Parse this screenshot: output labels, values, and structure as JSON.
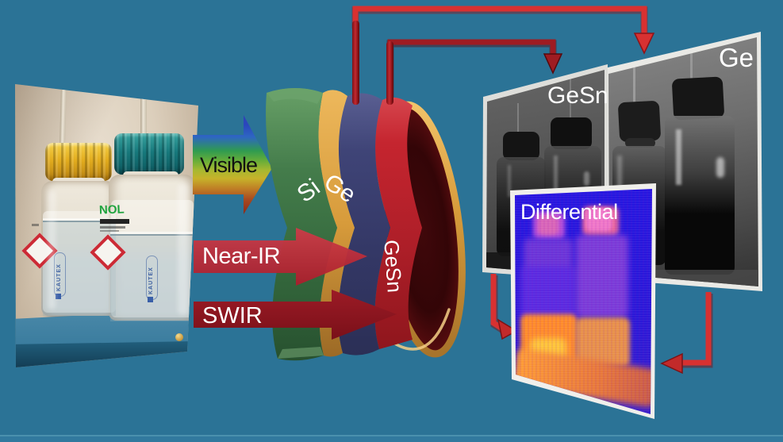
{
  "figure": {
    "background_color": "#2b7396",
    "source_photo": {
      "description": "visible-light photo of two wash bottles on a blue table",
      "left_bottle": {
        "cap_color": "#e3ad1e",
        "brand": "KAUTEX"
      },
      "right_bottle": {
        "cap_color": "#17797c",
        "label_fragment": "NOL",
        "brand": "KAUTEX"
      }
    },
    "input_arrows": [
      {
        "id": "visible",
        "label": "Visible",
        "style": "rainbow-gradient",
        "text_color": "#111111"
      },
      {
        "id": "near_ir",
        "label": "Near-IR",
        "color": "#c32c3a",
        "text_color": "#ffffff"
      },
      {
        "id": "swir",
        "label": "SWIR",
        "color": "#8f1620",
        "text_color": "#ffffff"
      }
    ],
    "detector_stack": {
      "layers": [
        {
          "label": "Si",
          "color": "#447c4b"
        },
        {
          "label": "Ge",
          "color": "#3f4477"
        },
        {
          "label": "GeSn",
          "color": "#c5252f"
        }
      ],
      "rim_color": "#d79b3b",
      "wire_color": "#8e1318"
    },
    "routing_arrows": {
      "to_ge_color": "#d83131",
      "to_gesn_color": "#9e1c22",
      "differential_color": "#d83131"
    },
    "output_images": [
      {
        "id": "gesn",
        "label": "GeSn",
        "type": "grayscale"
      },
      {
        "id": "ge",
        "label": "Ge",
        "type": "grayscale"
      },
      {
        "id": "differential",
        "label": "Differential",
        "type": "false-color-thermal"
      }
    ]
  }
}
